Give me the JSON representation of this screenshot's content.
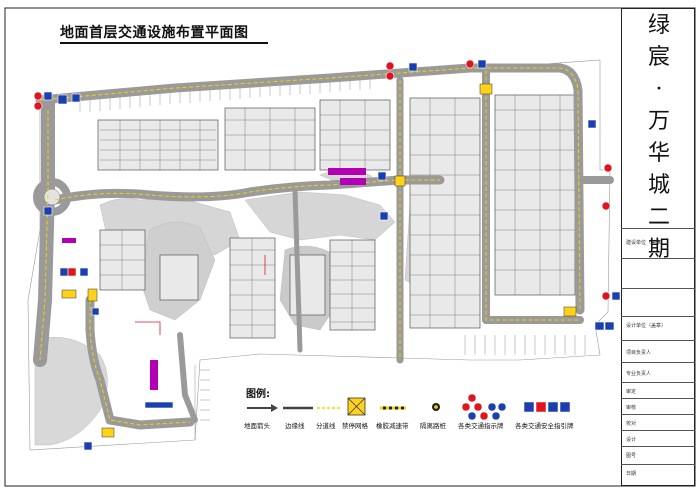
{
  "title": "地面首层交通设施布置平面图",
  "project_name": [
    "绿",
    "宸",
    "·",
    "万",
    "华",
    "城",
    "二",
    "期"
  ],
  "title_block": {
    "fields": [
      {
        "label": "建设单位（盖章）"
      },
      {
        "label": "设计单位（盖章）"
      },
      {
        "label": "项目负责人"
      },
      {
        "label": "专业负责人"
      },
      {
        "label": "审定"
      },
      {
        "label": "审核"
      },
      {
        "label": "校对"
      },
      {
        "label": "设计"
      },
      {
        "label": "图号"
      },
      {
        "label": "日期"
      }
    ]
  },
  "legend": {
    "title": "图例:",
    "items": [
      {
        "label": "地面箭头",
        "icon": "arrow-symbol"
      },
      {
        "label": "边缘线",
        "icon": "edge-line-symbol"
      },
      {
        "label": "分道线",
        "icon": "lane-line-symbol"
      },
      {
        "label": "禁停网格",
        "icon": "no-parking-grid-symbol"
      },
      {
        "label": "橡胶减速带",
        "icon": "speed-bump-symbol"
      },
      {
        "label": "隔离路桩",
        "icon": "bollard-symbol"
      },
      {
        "label": "各类交通指示牌",
        "icon": "traffic-sign-symbol"
      },
      {
        "label": "各类交通安全指引牌",
        "icon": "guide-sign-symbol"
      }
    ]
  },
  "colors": {
    "road": "#9a9a9a",
    "lane_line": "#f2d400",
    "grid_yellow": "#ffd21a",
    "building": "#555555",
    "sign_red": "#e0141e",
    "sign_blue": "#1c3fb0",
    "arrow_magenta": "#b400b4"
  }
}
